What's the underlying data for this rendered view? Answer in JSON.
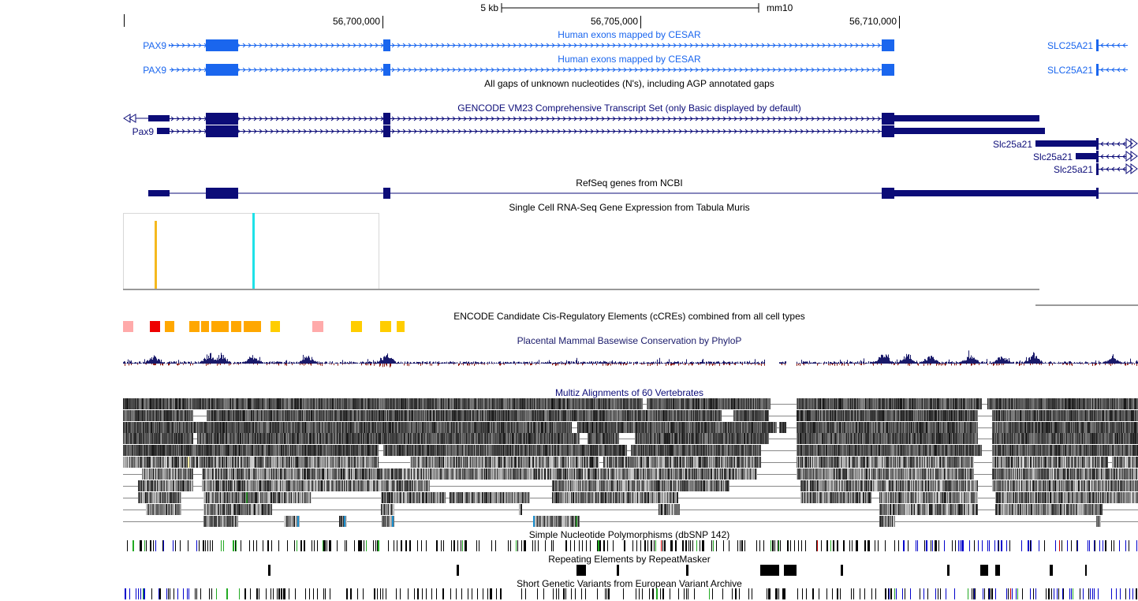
{
  "ruler": {
    "scale_label": "5 kb",
    "assembly": "mm10",
    "positions": [
      "56,700,000",
      "56,705,000",
      "56,710,000"
    ]
  },
  "tracks": {
    "cesar_title_1": "Human exons mapped by CESAR",
    "cesar_title_2": "Human exons mapped by CESAR",
    "gap_title": "All gaps of unknown nucleotides (N's), including AGP annotated gaps",
    "gencode_title": "GENCODE VM23 Comprehensive Transcript Set (only Basic displayed by default)",
    "refseq_title": "RefSeq genes from NCBI",
    "tabula_title": "Single Cell RNA-Seq Gene Expression from Tabula Muris",
    "ccre_title": "ENCODE Candidate Cis-Regulatory Elements (cCREs) combined from all cell types",
    "phylop_title": "Placental Mammal Basewise Conservation by PhyloP",
    "multiz_title": "Multiz Alignments of 60 Vertebrates",
    "snp_title": "Simple Nucleotide Polymorphisms (dbSNP 142)",
    "rmsk_title": "Repeating Elements by RepeatMasker",
    "eva_title": "Short Genetic Variants from European Variant Archive"
  },
  "genes": {
    "pax9_human_1": "PAX9",
    "pax9_human_2": "PAX9",
    "slc_human_1": "SLC25A21",
    "slc_human_2": "SLC25A21",
    "pax9_mouse": "Pax9",
    "slc_mouse_1": "Slc25a21",
    "slc_mouse_2": "Slc25a21",
    "slc_mouse_3": "Slc25a21"
  },
  "colors": {
    "cesar": "#1a66ee",
    "gencode": "#0c0c78",
    "refseq": "#0c0c78",
    "ccre_promoter": "#ff0000",
    "ccre_enhancer_proximal": "#ffa700",
    "ccre_enhancer_distal": "#ffcd00",
    "ccre_ctcf": "#ffaaaa",
    "tabula_orange": "#f5b91e",
    "tabula_cyan": "#1ee1e8",
    "phylop_pos": "#1a1a6a",
    "phylop_neg": "#8b1a10"
  }
}
